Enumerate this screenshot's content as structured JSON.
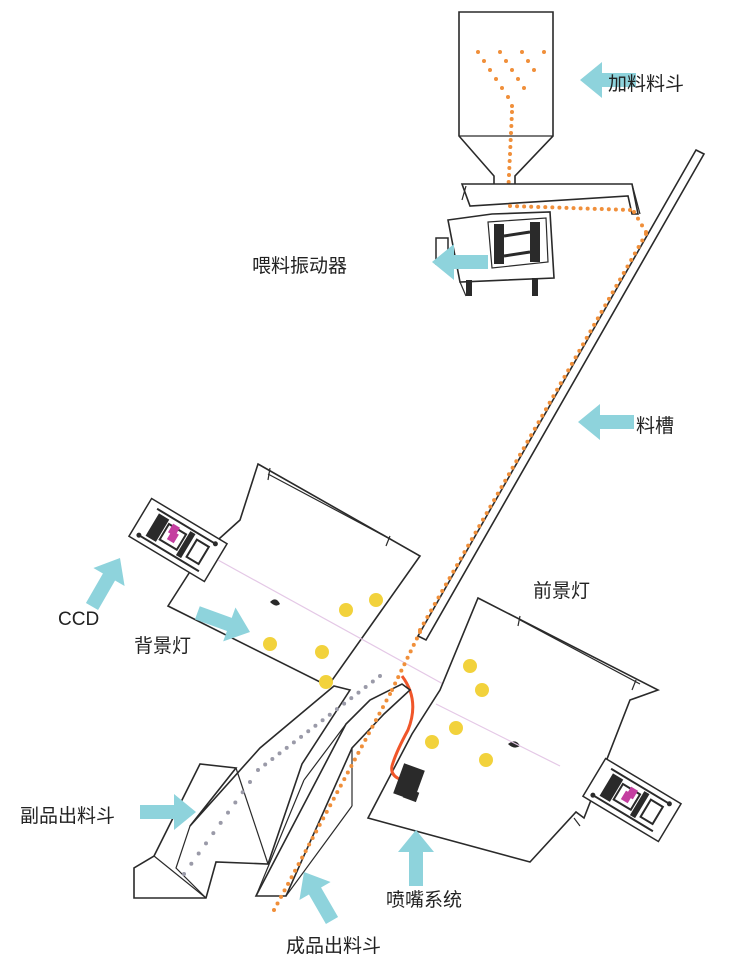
{
  "labels": {
    "hopper": "加料料斗",
    "feeder": "喂料振动器",
    "chute": "料槽",
    "ccd": "CCD",
    "backlight": "背景灯",
    "frontlight": "前景灯",
    "reject_hopper": "副品出料斗",
    "nozzle": "喷嘴系统",
    "accept_hopper": "成品出料斗"
  },
  "colors": {
    "arrow": "#8ed3dc",
    "product_dot": "#f08f3a",
    "reject_dot": "#9a9aa8",
    "lamp": "#f2d23c",
    "nozzle_pipe": "#f0562a",
    "ccd_lens": "#c43ea0",
    "outline": "#2a2a2a"
  }
}
